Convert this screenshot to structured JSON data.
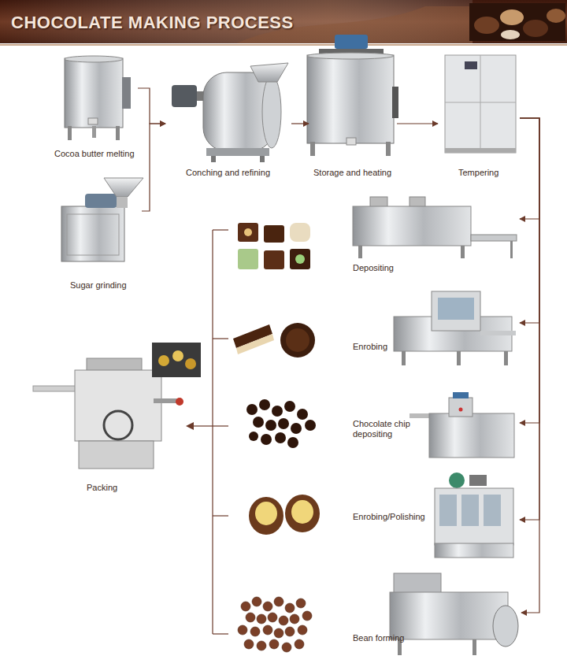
{
  "diagram": {
    "title": "CHOCOLATE MAKING PROCESS",
    "nodes": [
      {
        "text": [
          "Cocoa butter melting"
        ]
      },
      {
        "text": [
          "Sugar grinding"
        ]
      },
      {
        "text": [
          "Conching and refining"
        ]
      },
      {
        "text": [
          "Storage and heating"
        ]
      },
      {
        "text": [
          "Tempering"
        ]
      },
      {
        "text": [
          "Depositing"
        ]
      },
      {
        "text": [
          "Enrobing"
        ]
      },
      {
        "text": [
          "Chocolate chip depositing"
        ]
      },
      {
        "text": [
          "Enrobing/Polishing"
        ]
      },
      {
        "text": [
          "Bean forming"
        ]
      },
      {
        "text": [
          "Packing"
        ]
      }
    ],
    "edges": [
      {
        "from": 0,
        "to": 2,
        "arrow": "to"
      },
      {
        "from": 1,
        "to": 2,
        "arrow": "to"
      },
      {
        "from": 2,
        "to": 3,
        "arrow": "to"
      },
      {
        "from": 3,
        "to": 4,
        "arrow": "to"
      },
      {
        "from": 4,
        "to": 5,
        "arrow": "to"
      },
      {
        "from": 4,
        "to": 6,
        "arrow": "to"
      },
      {
        "from": 4,
        "to": 7,
        "arrow": "to"
      },
      {
        "from": 4,
        "to": 8,
        "arrow": "to"
      },
      {
        "from": 4,
        "to": 9,
        "arrow": "to"
      }
    ]
  }
}
